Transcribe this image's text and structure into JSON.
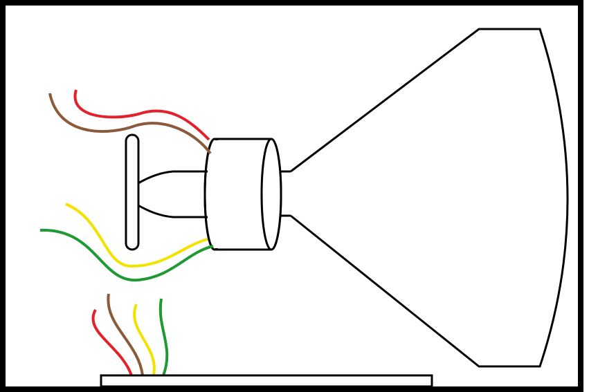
{
  "colors": {
    "frame": "#000000",
    "outline": "#000000",
    "background": "#ffffff",
    "wire_red": "#e3212a",
    "wire_brown": "#8a5a3a",
    "wire_yellow": "#f2e200",
    "wire_green": "#1f9a32"
  },
  "diagram": {
    "components": [
      "frame",
      "crt-tube-bell",
      "crt-tube-neck",
      "deflection-yoke",
      "electron-gun-plate",
      "wire-bundle",
      "base-board"
    ],
    "wires_to_yoke": [
      "red",
      "brown",
      "yellow",
      "green"
    ],
    "wires_from_board": [
      "red",
      "brown",
      "yellow",
      "green"
    ]
  }
}
